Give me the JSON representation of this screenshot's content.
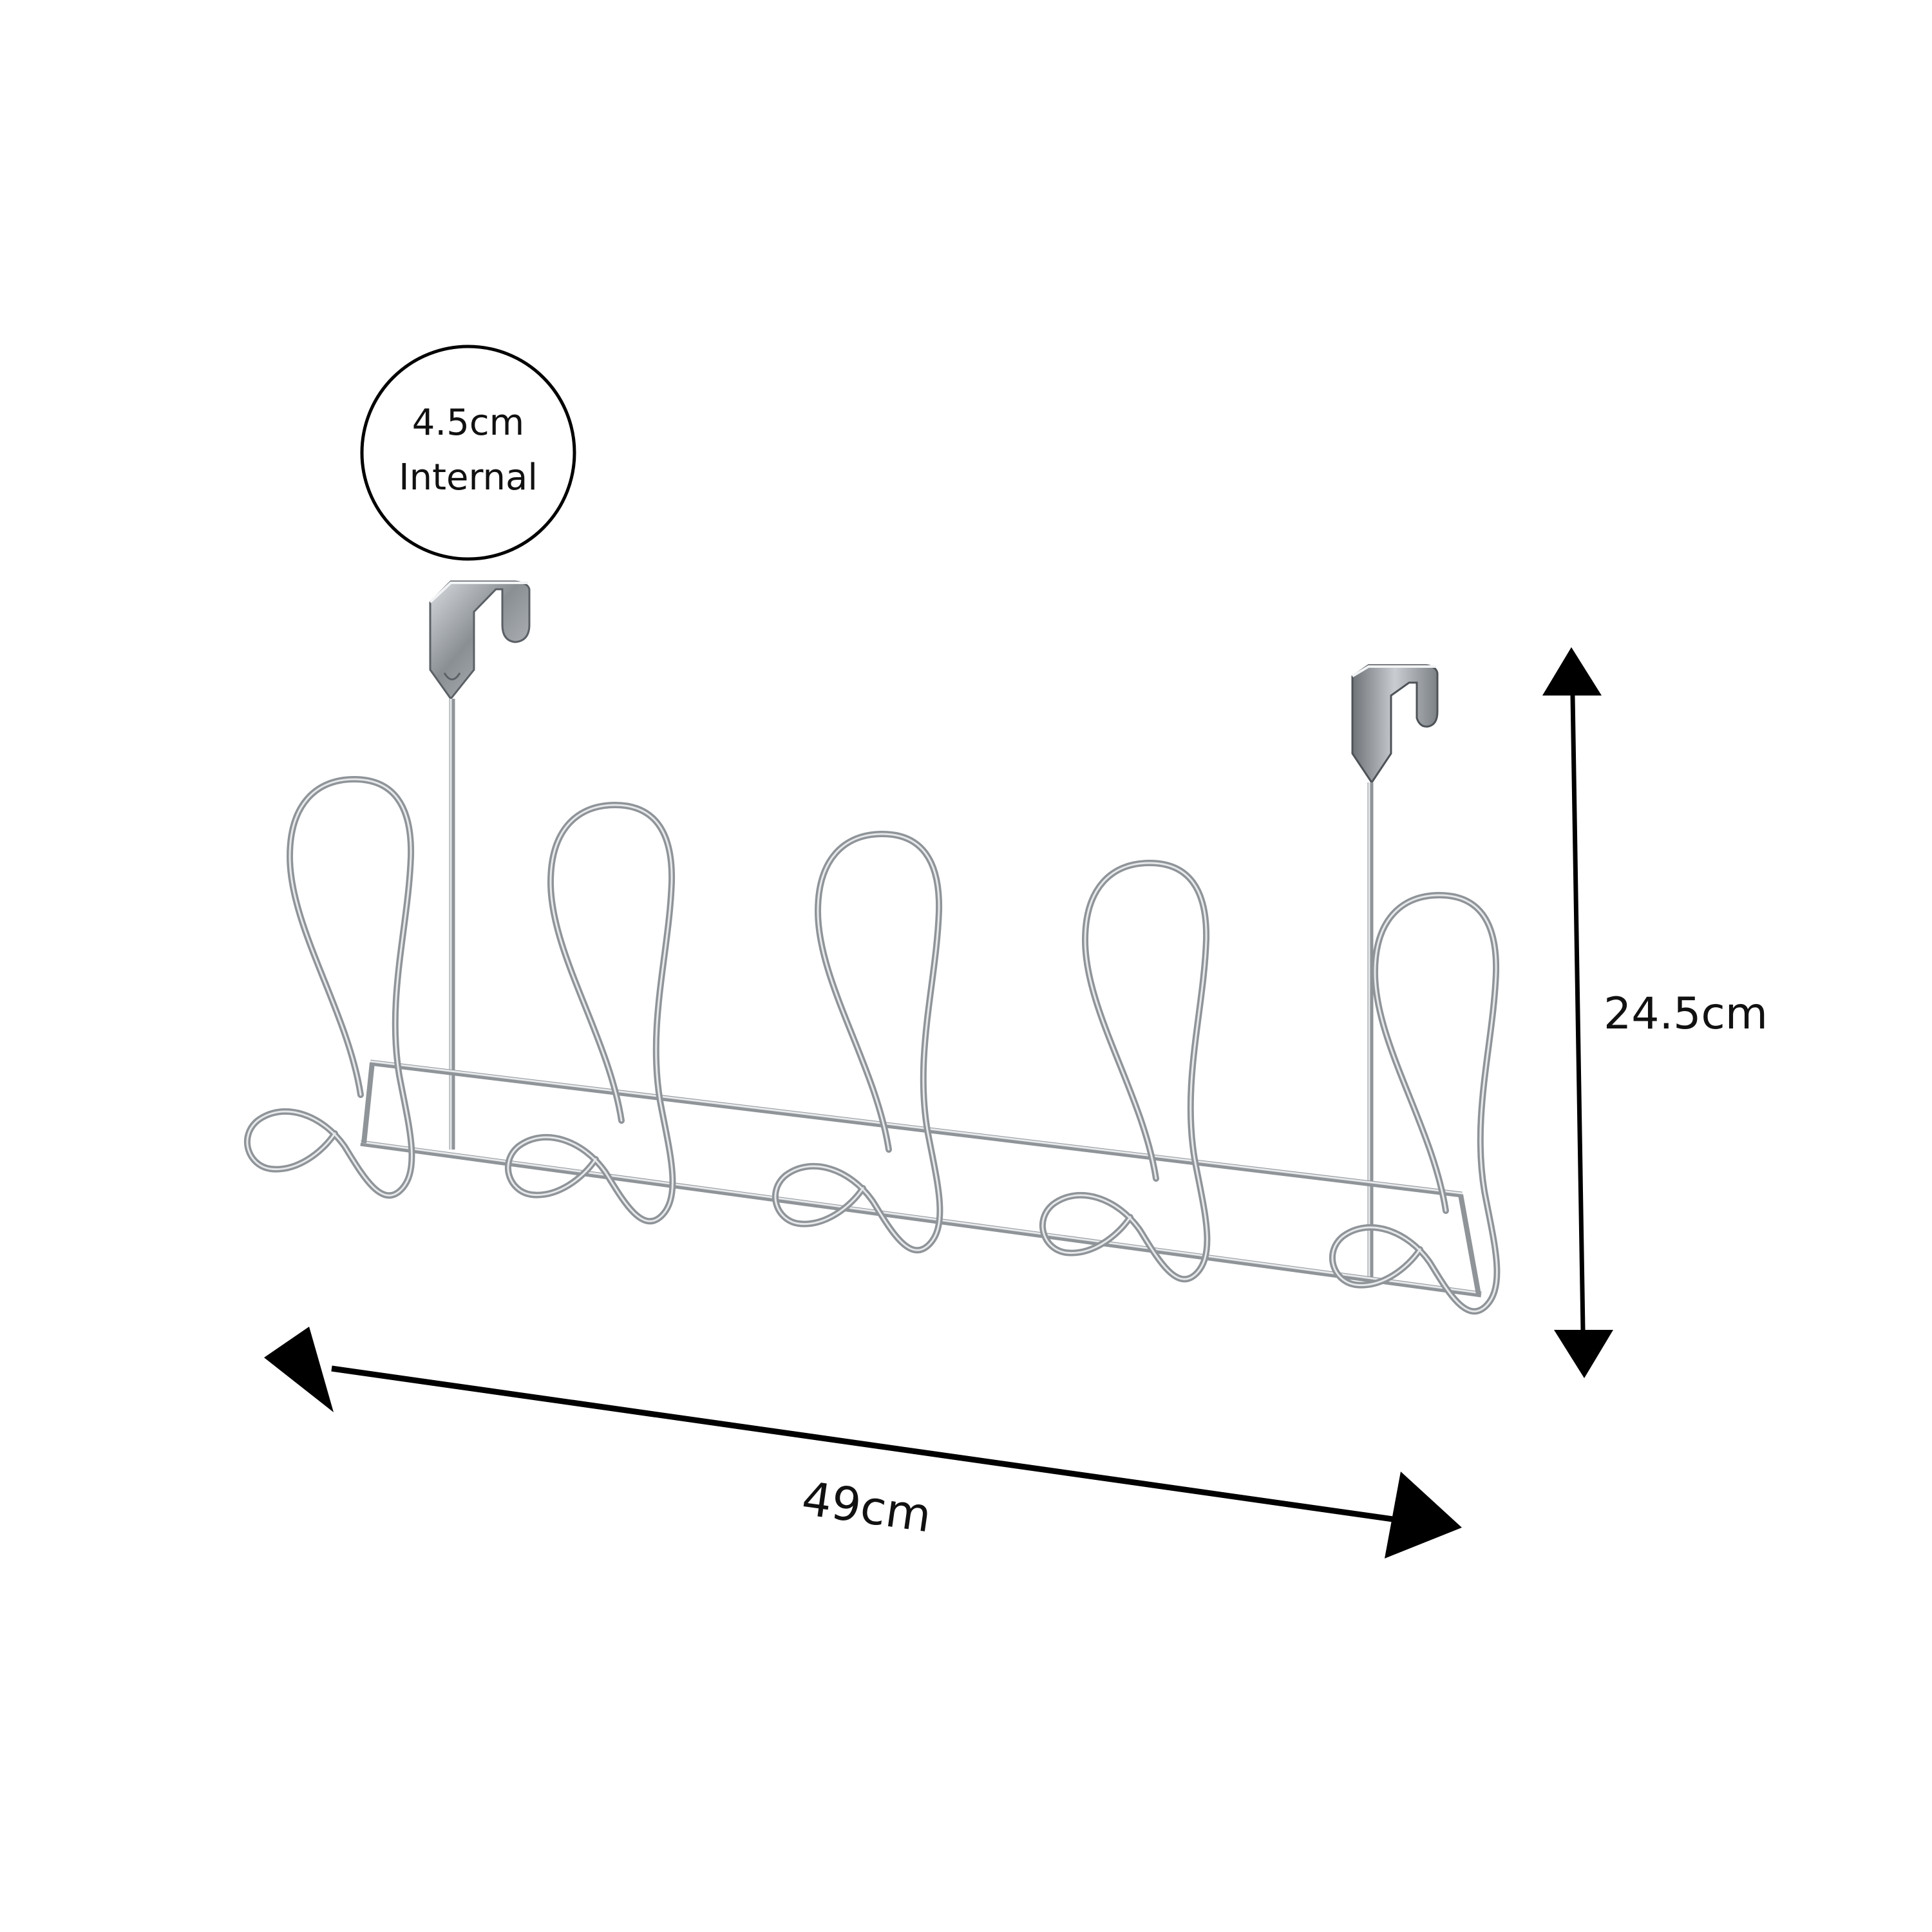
{
  "annotations": {
    "bracket_label_line1": "4.5cm",
    "bracket_label_line2": "Internal",
    "height_label": "24.5cm",
    "width_label": "49cm"
  },
  "product": {
    "hook_count": 5,
    "over_door_bracket_count": 2
  },
  "colors": {
    "wire": "#8f9499",
    "wire_highlight": "#e6e8ea",
    "bracket": "#a5aaae",
    "ink": "#000000"
  }
}
